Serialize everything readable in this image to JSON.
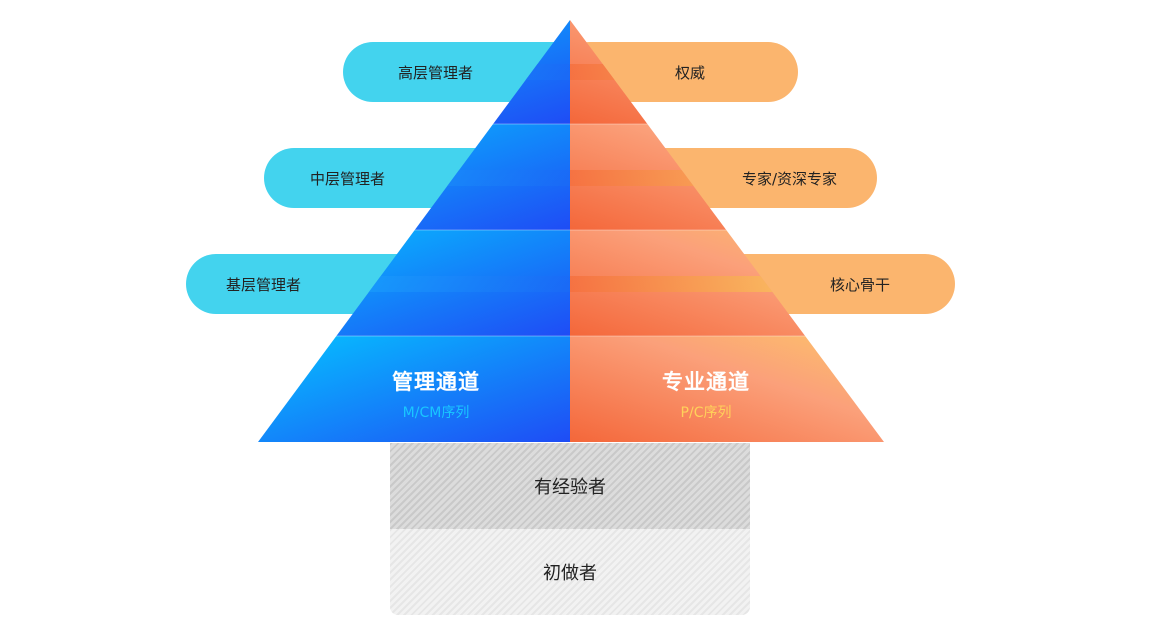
{
  "management": {
    "title": "管理通道",
    "subtitle": "M/CM序列",
    "levels": [
      "高层管理者",
      "中层管理者",
      "基层管理者"
    ]
  },
  "professional": {
    "title": "专业通道",
    "subtitle": "P/C序列",
    "levels": [
      "权威",
      "专家/资深专家",
      "核心骨干"
    ]
  },
  "foundation": [
    "有经验者",
    "初做者"
  ],
  "colors": {
    "management_pill": "#43d3ee",
    "professional_pill": "#fbb56e",
    "management_subtitle": "#19c6ff",
    "professional_subtitle": "#ffd15a"
  }
}
